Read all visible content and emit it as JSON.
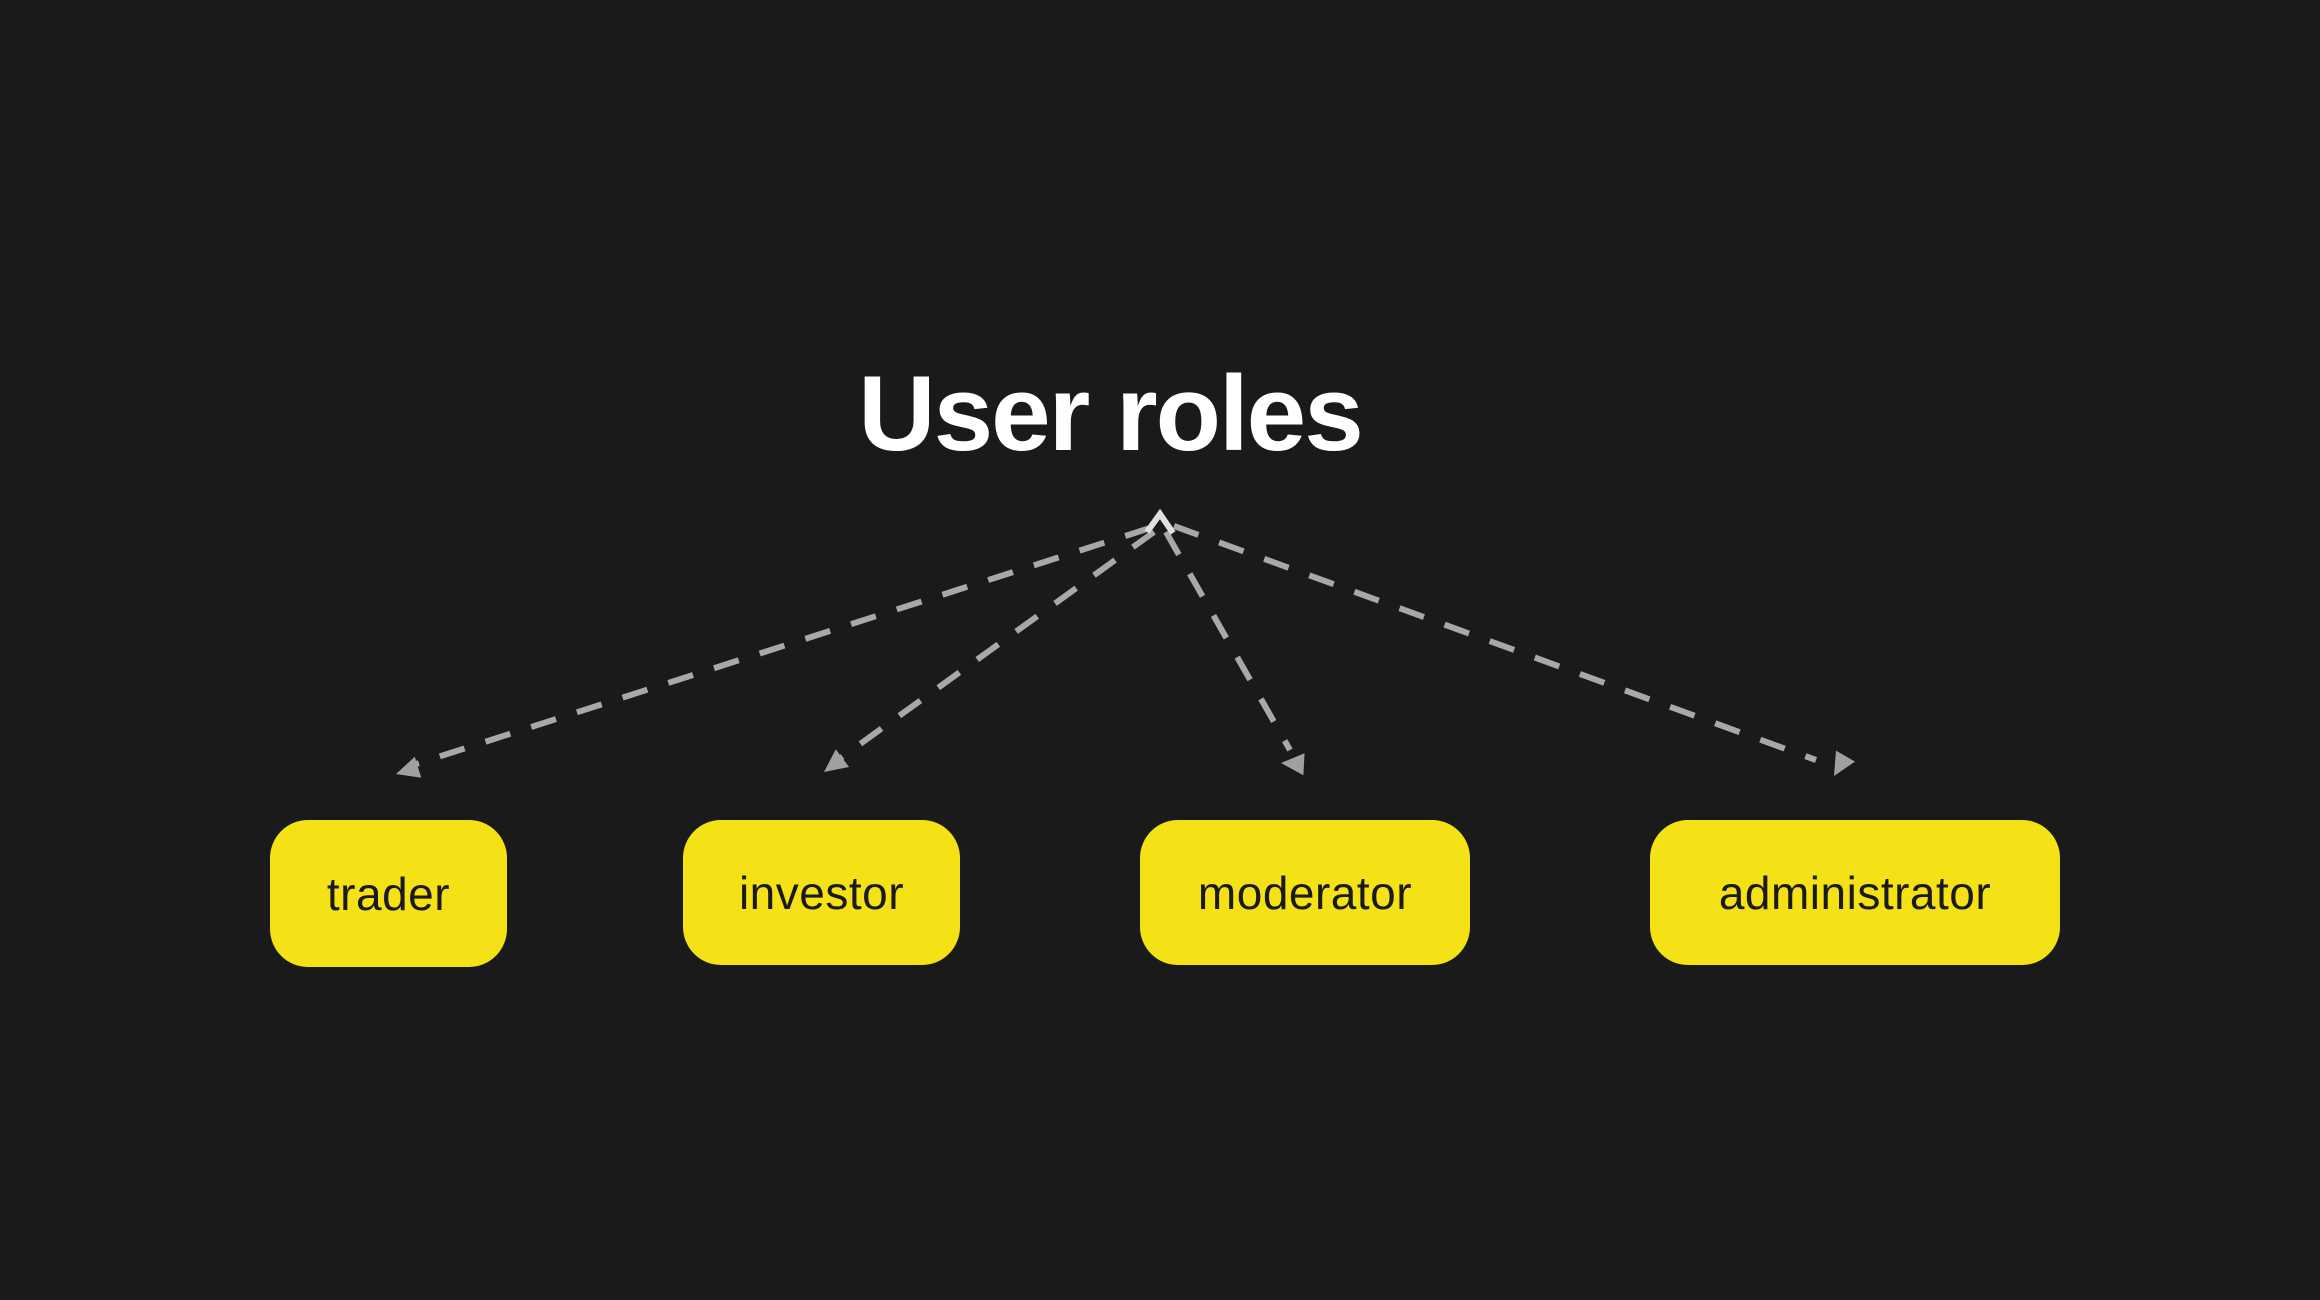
{
  "colors": {
    "background": "#1A1A1A",
    "title-text": "#FFFFFF",
    "node-fill": "#F5E216",
    "node-text": "#1A1A1A",
    "arrow": "#A8A8A8",
    "arrowhead": "#A0A0A0",
    "origin-chevron": "#E0E0E0"
  },
  "title": {
    "text": "User roles"
  },
  "diagram": {
    "nodes": [
      {
        "id": "trader",
        "label": "trader"
      },
      {
        "id": "investor",
        "label": "investor"
      },
      {
        "id": "moderator",
        "label": "moderator"
      },
      {
        "id": "administrator",
        "label": "administrator"
      }
    ],
    "edges": [
      {
        "from": "user-roles-title",
        "to": "trader",
        "style": "dashed-arrow"
      },
      {
        "from": "user-roles-title",
        "to": "investor",
        "style": "dashed-arrow"
      },
      {
        "from": "user-roles-title",
        "to": "moderator",
        "style": "dashed-arrow"
      },
      {
        "from": "user-roles-title",
        "to": "administrator",
        "style": "dashed-arrow"
      }
    ]
  }
}
